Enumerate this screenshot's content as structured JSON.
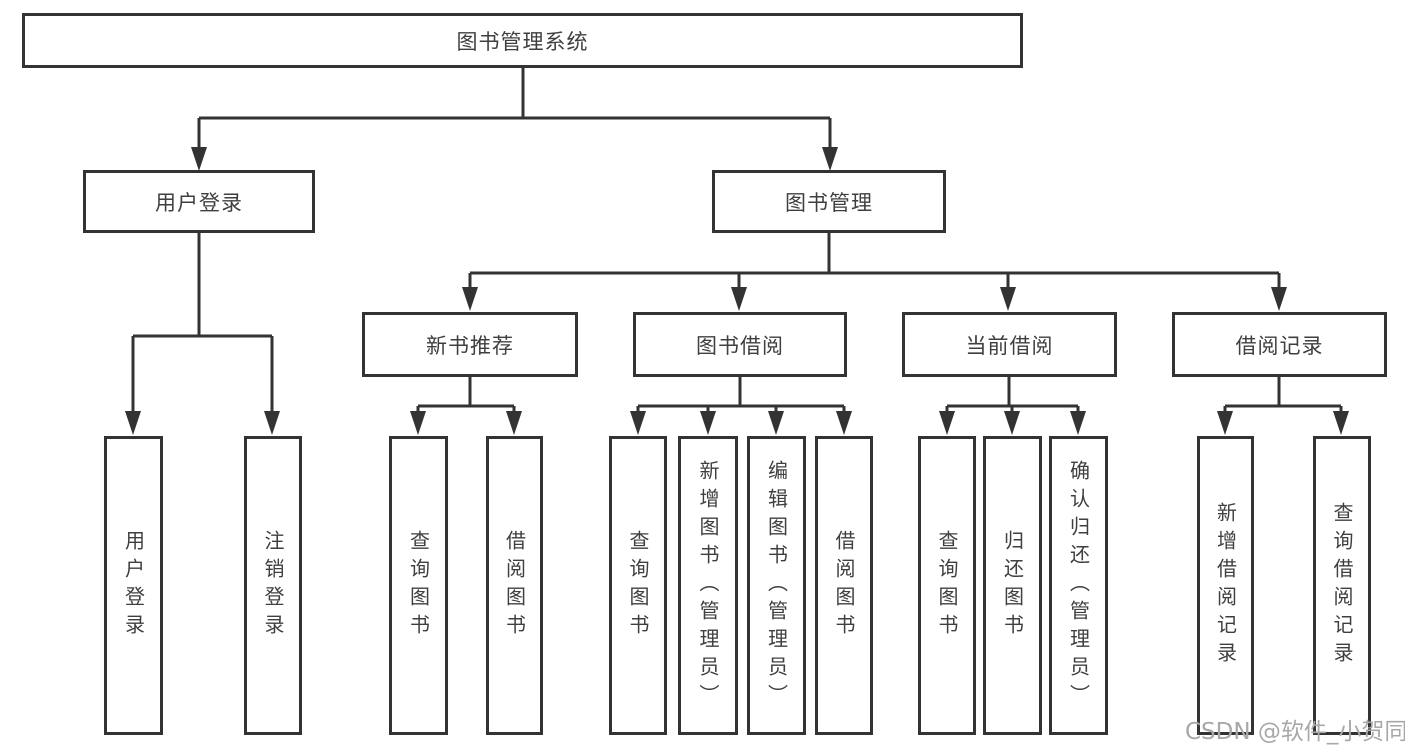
{
  "tree": {
    "root": {
      "label": "图书管理系统"
    },
    "branches": [
      {
        "label": "用户登录",
        "children": [
          {
            "label": "用户登录"
          },
          {
            "label": "注销登录"
          }
        ]
      },
      {
        "label": "图书管理",
        "children": [
          {
            "label": "新书推荐",
            "children": [
              {
                "label": "查询图书"
              },
              {
                "label": "借阅图书"
              }
            ]
          },
          {
            "label": "图书借阅",
            "children": [
              {
                "label": "查询图书"
              },
              {
                "label": "新增图书（管理员）"
              },
              {
                "label": "编辑图书（管理员）"
              },
              {
                "label": "借阅图书"
              }
            ]
          },
          {
            "label": "当前借阅",
            "children": [
              {
                "label": "查询图书"
              },
              {
                "label": "归还图书"
              },
              {
                "label": "确认归还（管理员）"
              }
            ]
          },
          {
            "label": "借阅记录",
            "children": [
              {
                "label": "新增借阅记录"
              },
              {
                "label": "查询借阅记录"
              }
            ]
          }
        ]
      }
    ]
  },
  "watermark": {
    "text": "CSDN @软件_小贺同学"
  },
  "colors": {
    "line": "#333333",
    "box_border": "#333333",
    "text": "#3f3f3f",
    "watermark": "#a8a8a8",
    "background": "#ffffff"
  }
}
